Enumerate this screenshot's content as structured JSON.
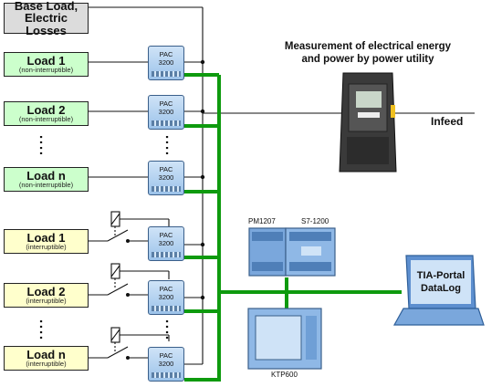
{
  "title": {
    "line1": "Measurement of electrical energy",
    "line2": "and power by power utility"
  },
  "infeed_label": "Infeed",
  "base_box": {
    "line1": "Base Load,",
    "line2": "Electric Losses"
  },
  "loads": [
    {
      "name": "Load 1",
      "sub": "(non-interruptible)"
    },
    {
      "name": "Load 2",
      "sub": "(non-interruptible)"
    },
    {
      "name": "Load n",
      "sub": "(non-interruptible)"
    },
    {
      "name": "Load 1",
      "sub": "(interruptible)"
    },
    {
      "name": "Load 2",
      "sub": "(interruptible)"
    },
    {
      "name": "Load n",
      "sub": "(interruptible)"
    }
  ],
  "meter_label": {
    "line1": "PAC",
    "line2": "3200"
  },
  "ellipsis": ":",
  "plc": {
    "pm_label": "PM1207",
    "cpu_label": "S7-1200"
  },
  "hmi_label": "KTP600",
  "laptop": {
    "line1": "TIA-Portal",
    "line2": "DataLog"
  },
  "colors": {
    "bus_green": "#0e9a0e",
    "base_fill": "#dcdcdc",
    "non_interruptible_fill": "#ccffcc",
    "interruptible_fill": "#ffffcc",
    "device_blue": "#8fb8e6",
    "meter_body": "#3a3a3a"
  }
}
